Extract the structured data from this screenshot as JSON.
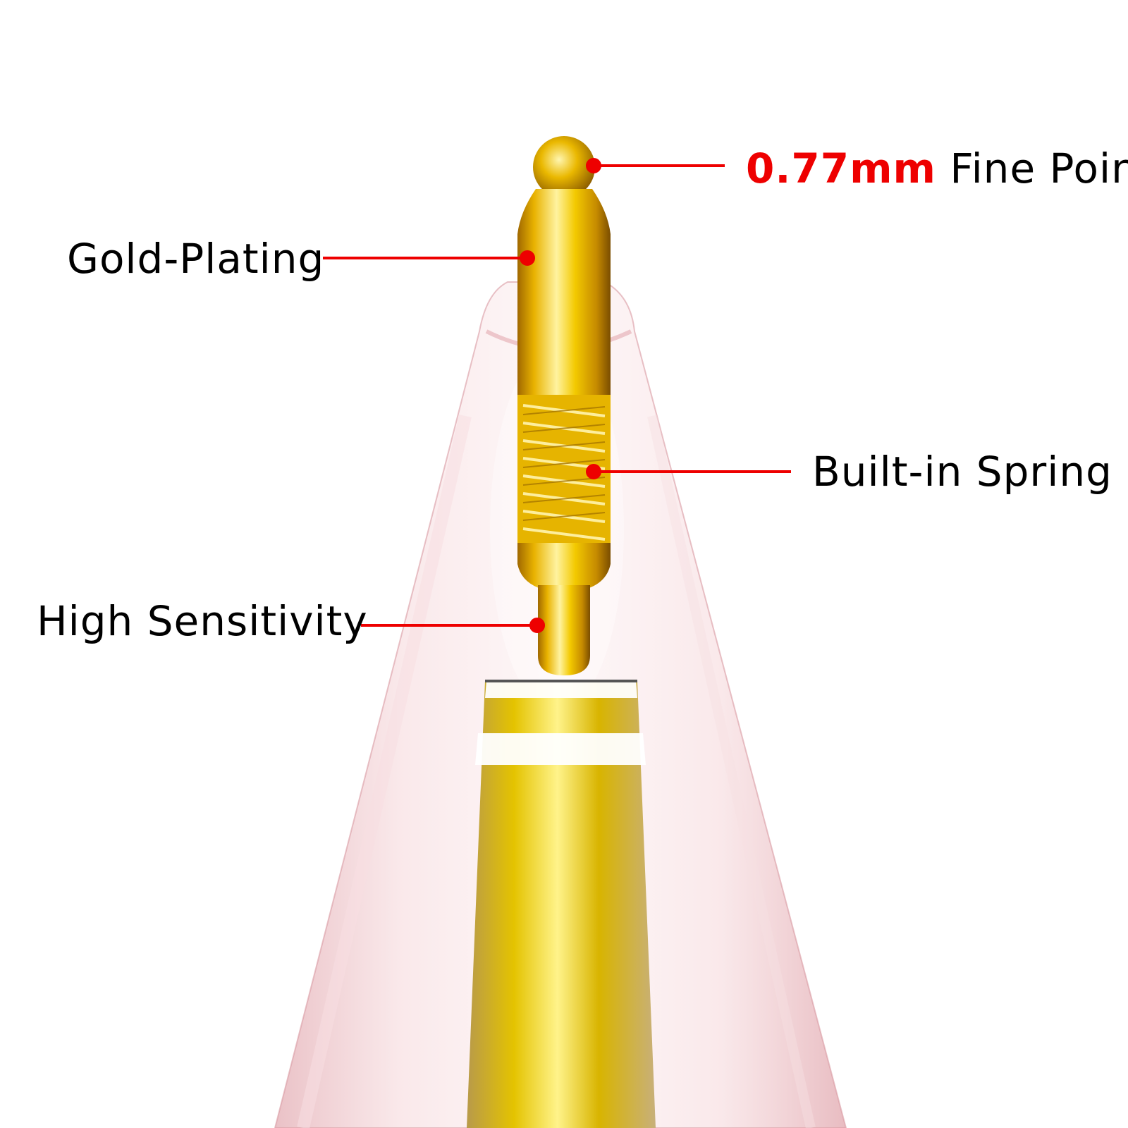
{
  "callouts": {
    "fine_point": {
      "value": "0.77mm",
      "text": "Fine Point"
    },
    "gold_plating": "Gold-Plating",
    "spring": "Built-in Spring",
    "sensitivity": "High Sensitivity"
  },
  "colors": {
    "accent": "#ee0000",
    "gold": "#e0ac00",
    "cone": "#e8a6ad"
  }
}
